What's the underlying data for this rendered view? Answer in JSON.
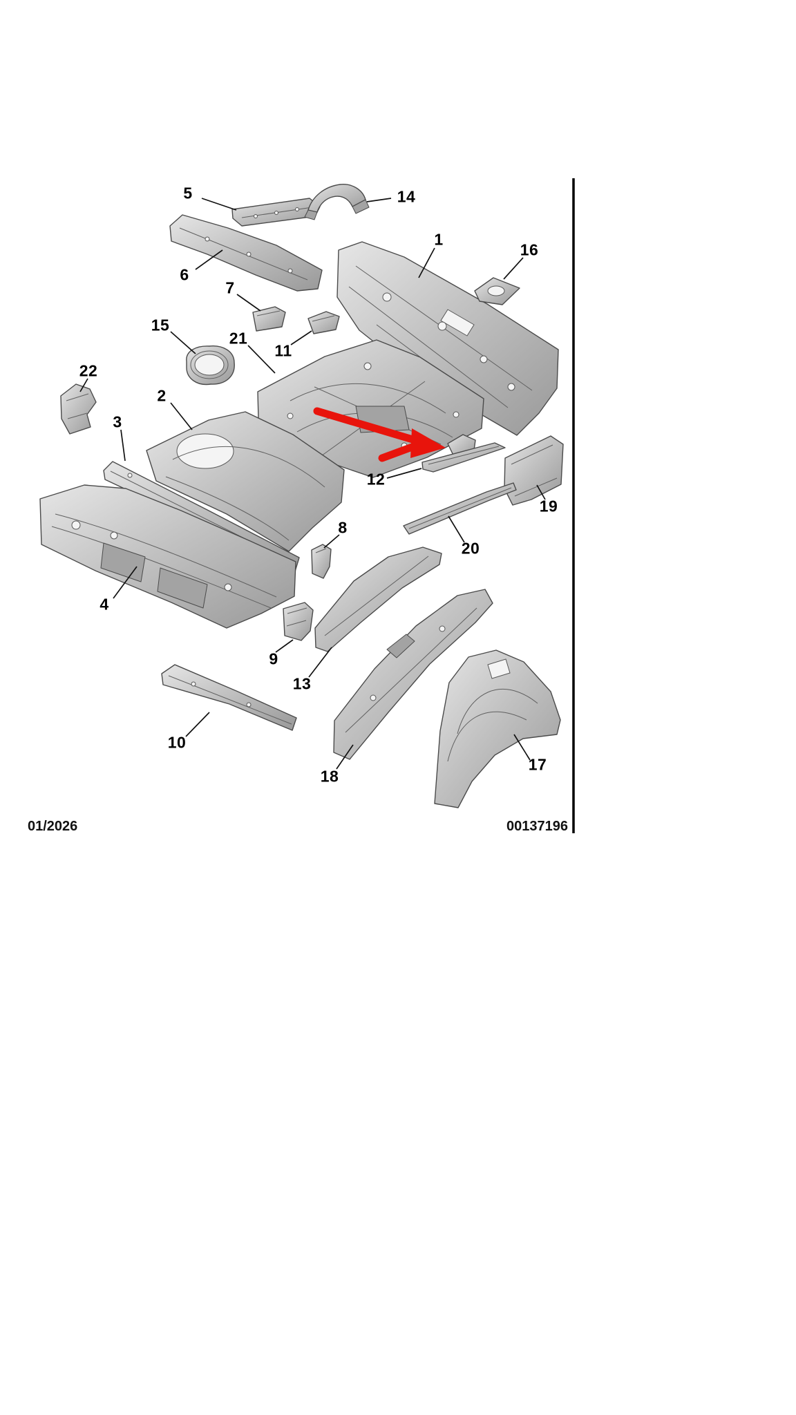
{
  "diagram": {
    "footer": {
      "date": "01/2026",
      "doc_number": "00137196"
    },
    "arrow": {
      "color": "#e8140c",
      "points_to_label": "12"
    },
    "labels": {
      "n1": "1",
      "n2": "2",
      "n3": "3",
      "n4": "4",
      "n5": "5",
      "n6": "6",
      "n7": "7",
      "n8": "8",
      "n9": "9",
      "n10": "10",
      "n11": "11",
      "n12": "12",
      "n13": "13",
      "n14": "14",
      "n15": "15",
      "n16": "16",
      "n17": "17",
      "n18": "18",
      "n19": "19",
      "n20": "20",
      "n21": "21",
      "n22": "22"
    }
  }
}
